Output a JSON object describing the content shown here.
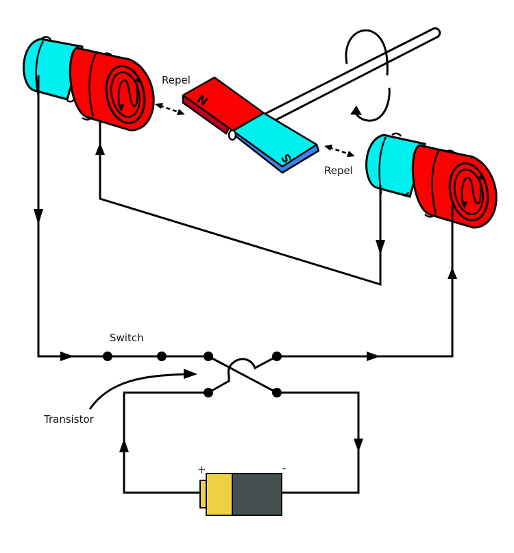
{
  "diagram": {
    "title": "Electromagnetic motor circuit with rotating bar magnet",
    "labels": {
      "repel_left": "Repel",
      "repel_right": "Repel",
      "switch": "Switch",
      "transistor": "Transistor",
      "battery_plus": "+",
      "battery_minus": "-",
      "magnet_north": "N",
      "magnet_south": "S"
    },
    "colors": {
      "coil_cyan": "#00f0f0",
      "coil_red": "#ff0000",
      "magnet_north": "#ff0000",
      "magnet_north_side": "#c00018",
      "magnet_south": "#00f0f0",
      "magnet_south_side": "#3a84f0",
      "battery_positive": "#ecd243",
      "battery_negative": "#434f4f",
      "wire": "#000000"
    },
    "components": [
      {
        "id": "left-electromagnet",
        "type": "coil",
        "symbol": "ac-source"
      },
      {
        "id": "right-electromagnet",
        "type": "coil",
        "symbol": "ac-source"
      },
      {
        "id": "bar-magnet",
        "type": "permanent-magnet",
        "poles": [
          "N",
          "S"
        ]
      },
      {
        "id": "rotor-shaft",
        "type": "shaft",
        "motion": "rotation"
      },
      {
        "id": "switch",
        "type": "dpdt-switch"
      },
      {
        "id": "battery",
        "type": "dc-source"
      }
    ]
  }
}
